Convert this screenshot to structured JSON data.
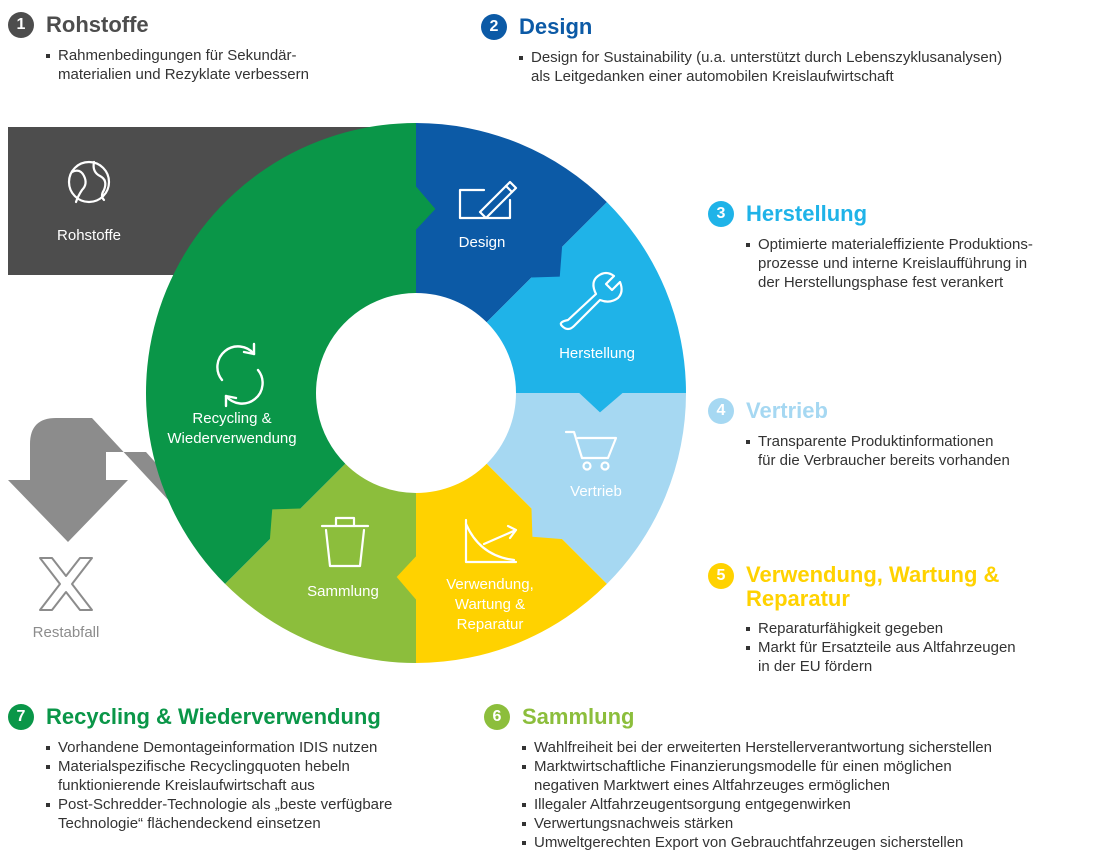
{
  "colors": {
    "rohstoffe": "#4d4d4d",
    "design": "#0c5aa6",
    "herstellung": "#1fb3e8",
    "vertrieb": "#a6d8f2",
    "verwendung": "#ffd200",
    "sammlung": "#8cbe3c",
    "recycling": "#0a9648",
    "restabfall": "#8c8c8c"
  },
  "stages": [
    {
      "num": "1",
      "title": "Rohstoffe",
      "bullets": [
        "Rahmenbedingungen für Sekundär-\nmaterialien und Rezyklate verbessern"
      ]
    },
    {
      "num": "2",
      "title": "Design",
      "bullets": [
        "Design for Sustainability (u.a. unterstützt durch Lebenszyklusanalysen)\nals Leitgedanken einer automobilen Kreislaufwirtschaft"
      ]
    },
    {
      "num": "3",
      "title": "Herstellung",
      "bullets": [
        "Optimierte materialeffiziente Produktions-\nprozesse und interne Kreislaufführung in\nder Herstellungsphase fest verankert"
      ]
    },
    {
      "num": "4",
      "title": "Vertrieb",
      "bullets": [
        "Transparente Produktinformationen\nfür die Verbraucher bereits vorhanden"
      ]
    },
    {
      "num": "5",
      "title": "Verwendung, Wartung &\nReparatur",
      "bullets": [
        "Reparaturfähigkeit gegeben",
        "Markt für Ersatzteile aus Altfahrzeugen\nin der EU fördern"
      ]
    },
    {
      "num": "6",
      "title": "Sammlung",
      "bullets": [
        "Wahlfreiheit bei der erweiterten Herstellerverantwortung sicherstellen",
        "Marktwirtschaftliche Finanzierungsmodelle für einen möglichen\nnegativen Marktwert eines Altfahrzeuges ermöglichen",
        "Illegaler Altfahrzeugentsorgung entgegenwirken",
        "Verwertungsnachweis stärken",
        "Umweltgerechten Export von Gebrauchtfahrzeugen sicherstellen"
      ]
    },
    {
      "num": "7",
      "title": "Recycling & Wiederverwendung",
      "bullets": [
        "Vorhandene Demontageinformation IDIS nutzen",
        "Materialspezifische Recyclingquoten hebeln\nfunktionierende Kreislaufwirtschaft aus",
        "Post-Schredder-Technologie als „beste verfügbare\nTechnologie“ flächendeckend einsetzen"
      ]
    }
  ],
  "diagram": {
    "rohstoffe": [
      "Rohstoffe"
    ],
    "design": [
      "Design"
    ],
    "herstellung": [
      "Herstellung"
    ],
    "vertrieb": [
      "Vertrieb"
    ],
    "verwendung": [
      "Verwendung,",
      "Wartung &",
      "Reparatur"
    ],
    "sammlung": [
      "Sammlung"
    ],
    "recycling": [
      "Recycling &",
      "Wiederverwendung"
    ],
    "restabfall": [
      "Restabfall"
    ]
  },
  "icons": {
    "rohstoffe": "globe-icon",
    "design": "pen-tablet-icon",
    "herstellung": "wrench-icon",
    "vertrieb": "cart-icon",
    "verwendung": "decay-curve-icon",
    "sammlung": "bin-icon",
    "recycling": "cycle-arrows-icon",
    "restabfall": "cross-icon"
  }
}
